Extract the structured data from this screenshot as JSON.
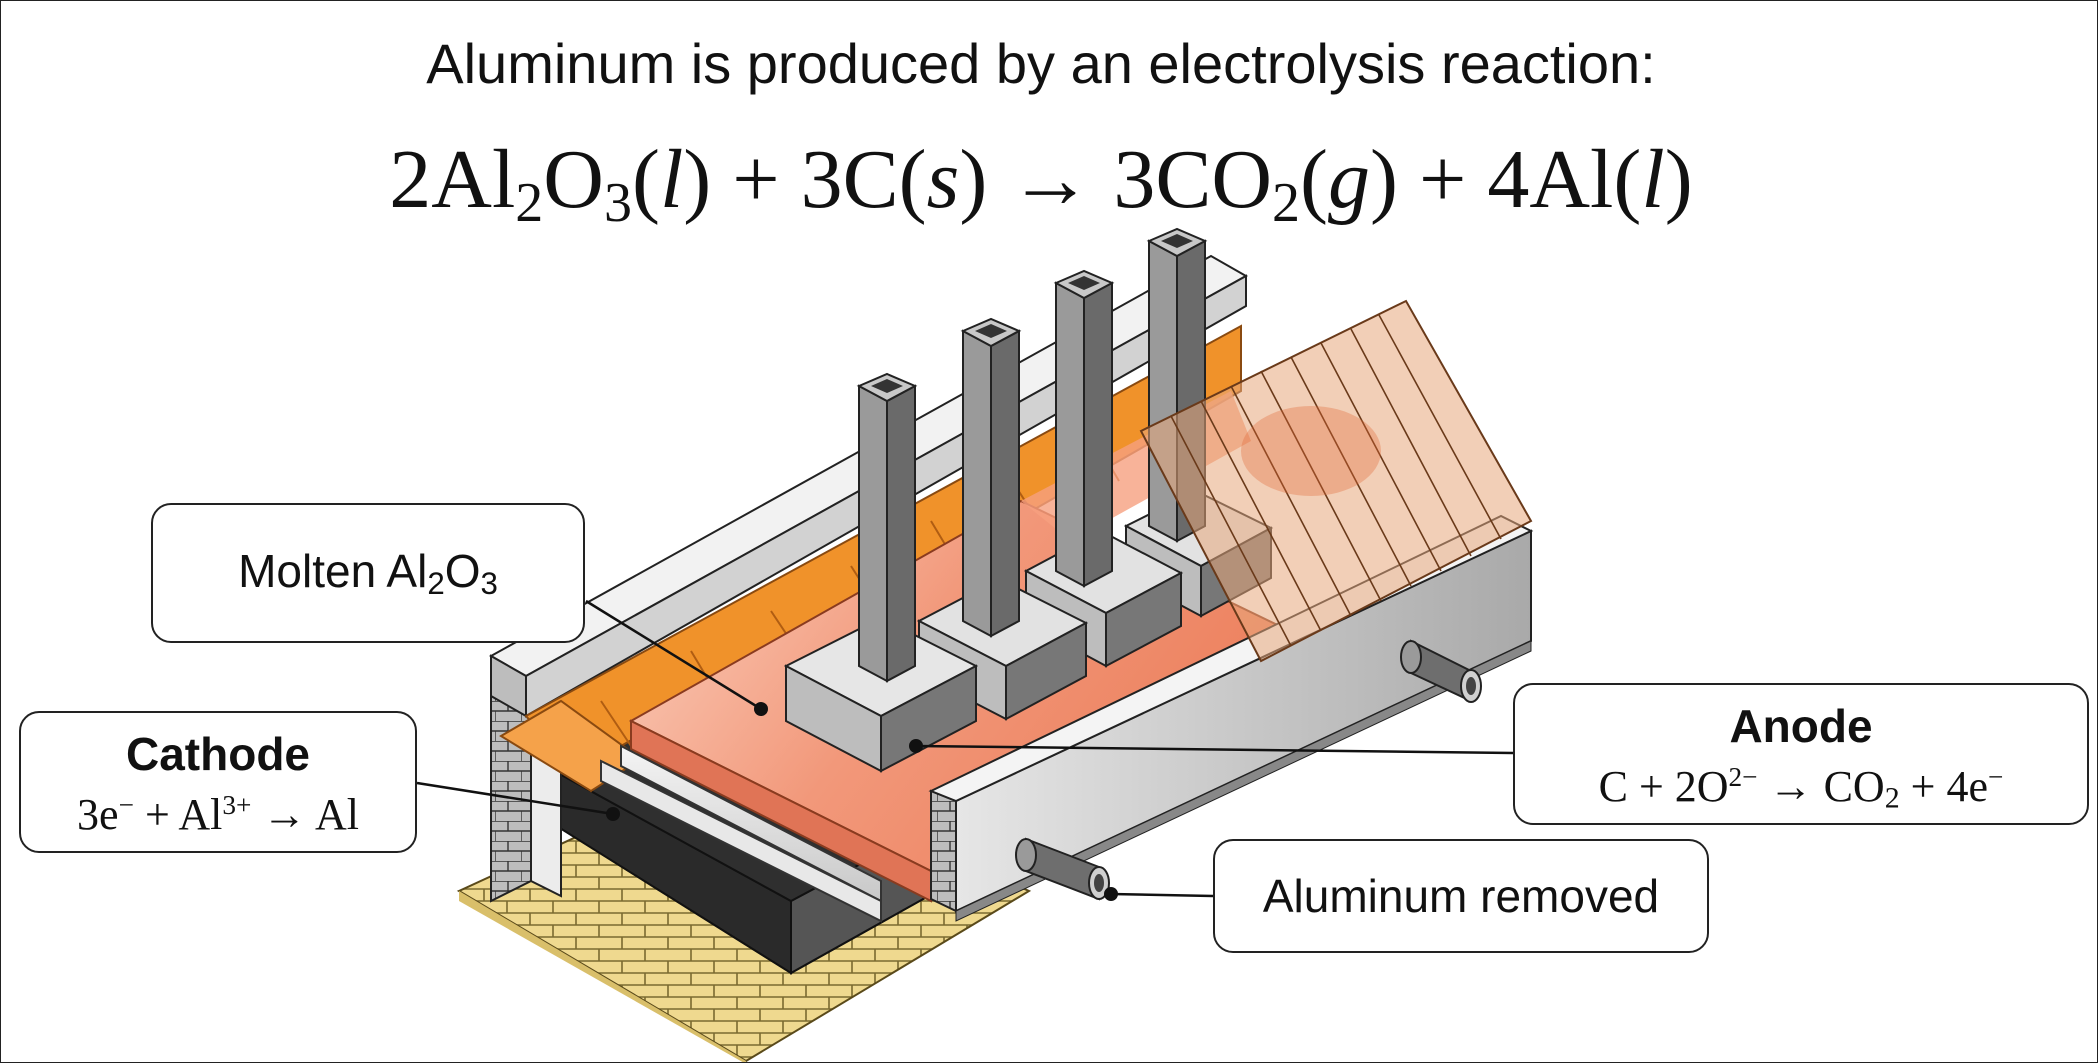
{
  "heading": "Aluminum is produced by an electrolysis reaction:",
  "equation": {
    "lhs_term1": "2Al",
    "lhs_sub1": "2",
    "lhs_mid1": "O",
    "lhs_sub2": "3",
    "lhs_state1": "l",
    "plus1": "+",
    "lhs_term2": "3C",
    "lhs_state2": "s",
    "arrow": "→",
    "rhs_term1": "3CO",
    "rhs_sub1": "2",
    "rhs_state1": "g",
    "plus2": "+",
    "rhs_term2": "4Al",
    "rhs_state2": "l"
  },
  "callouts": {
    "molten": {
      "prefix": "Molten Al",
      "sub1": "2",
      "mid": "O",
      "sub2": "3"
    },
    "cathode": {
      "title": "Cathode",
      "eq_a": "3e",
      "sup_a": "−",
      "eq_b": " + Al",
      "sup_b": "3+",
      "eq_c": " → Al"
    },
    "anode": {
      "title": "Anode",
      "eq_a": "C + 2O",
      "sup_a": "2−",
      "eq_b": " → CO",
      "sub_b": "2",
      "eq_c": " + 4e",
      "sup_c": "−"
    },
    "removed": {
      "label": "Aluminum removed"
    }
  },
  "colors": {
    "orange_lining": "#f0922a",
    "molten_salt": "#f09a78",
    "cathode_dark": "#2c2c2c",
    "concrete": "#d6d6d6",
    "brick": "#ecd68c",
    "anode_gray": "#8a8a8a",
    "glass": "#e8a87c"
  }
}
